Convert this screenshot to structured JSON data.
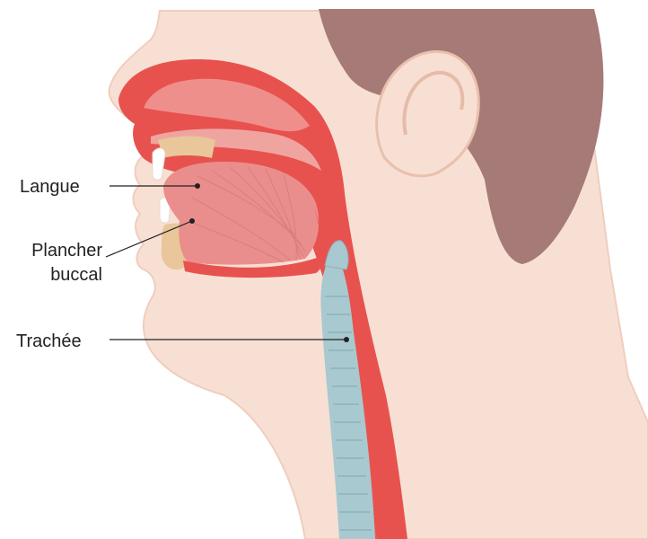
{
  "labels": {
    "langue": "Langue",
    "plancher_line1": "Plancher",
    "plancher_line2": "buccal",
    "trachee": "Trachée"
  },
  "colors": {
    "skin": "#f7e0d3",
    "skin_edge": "#f0cdbd",
    "hair": "#a67a76",
    "cavity_red": "#e7524f",
    "cavity_dark": "#d63f3c",
    "tongue": "#ea8e8d",
    "tongue_lines": "#d77575",
    "bone": "#e9c79b",
    "trachea": "#a8c9cf",
    "trachea_ring": "#8db3bb",
    "leader_line": "#222222"
  }
}
